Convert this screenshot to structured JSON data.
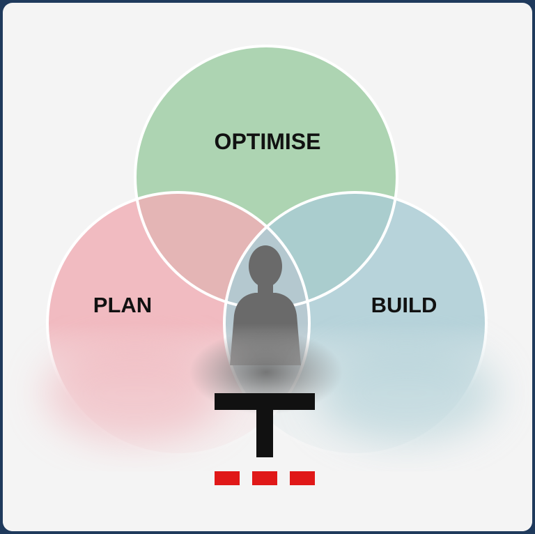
{
  "diagram": {
    "circles": [
      {
        "name": "optimise",
        "label": "OPTIMISE",
        "color": "#a9d2ae"
      },
      {
        "name": "plan",
        "label": "PLAN",
        "color": "#f0aeb6"
      },
      {
        "name": "build",
        "label": "BUILD",
        "color": "#a9ccd4"
      }
    ],
    "overlap_color": "#ffffff",
    "figure_color": "#6a6a6a"
  },
  "logo": {
    "bar_color": "#111111",
    "dots_color": "#e01818",
    "dots_count": 3
  }
}
